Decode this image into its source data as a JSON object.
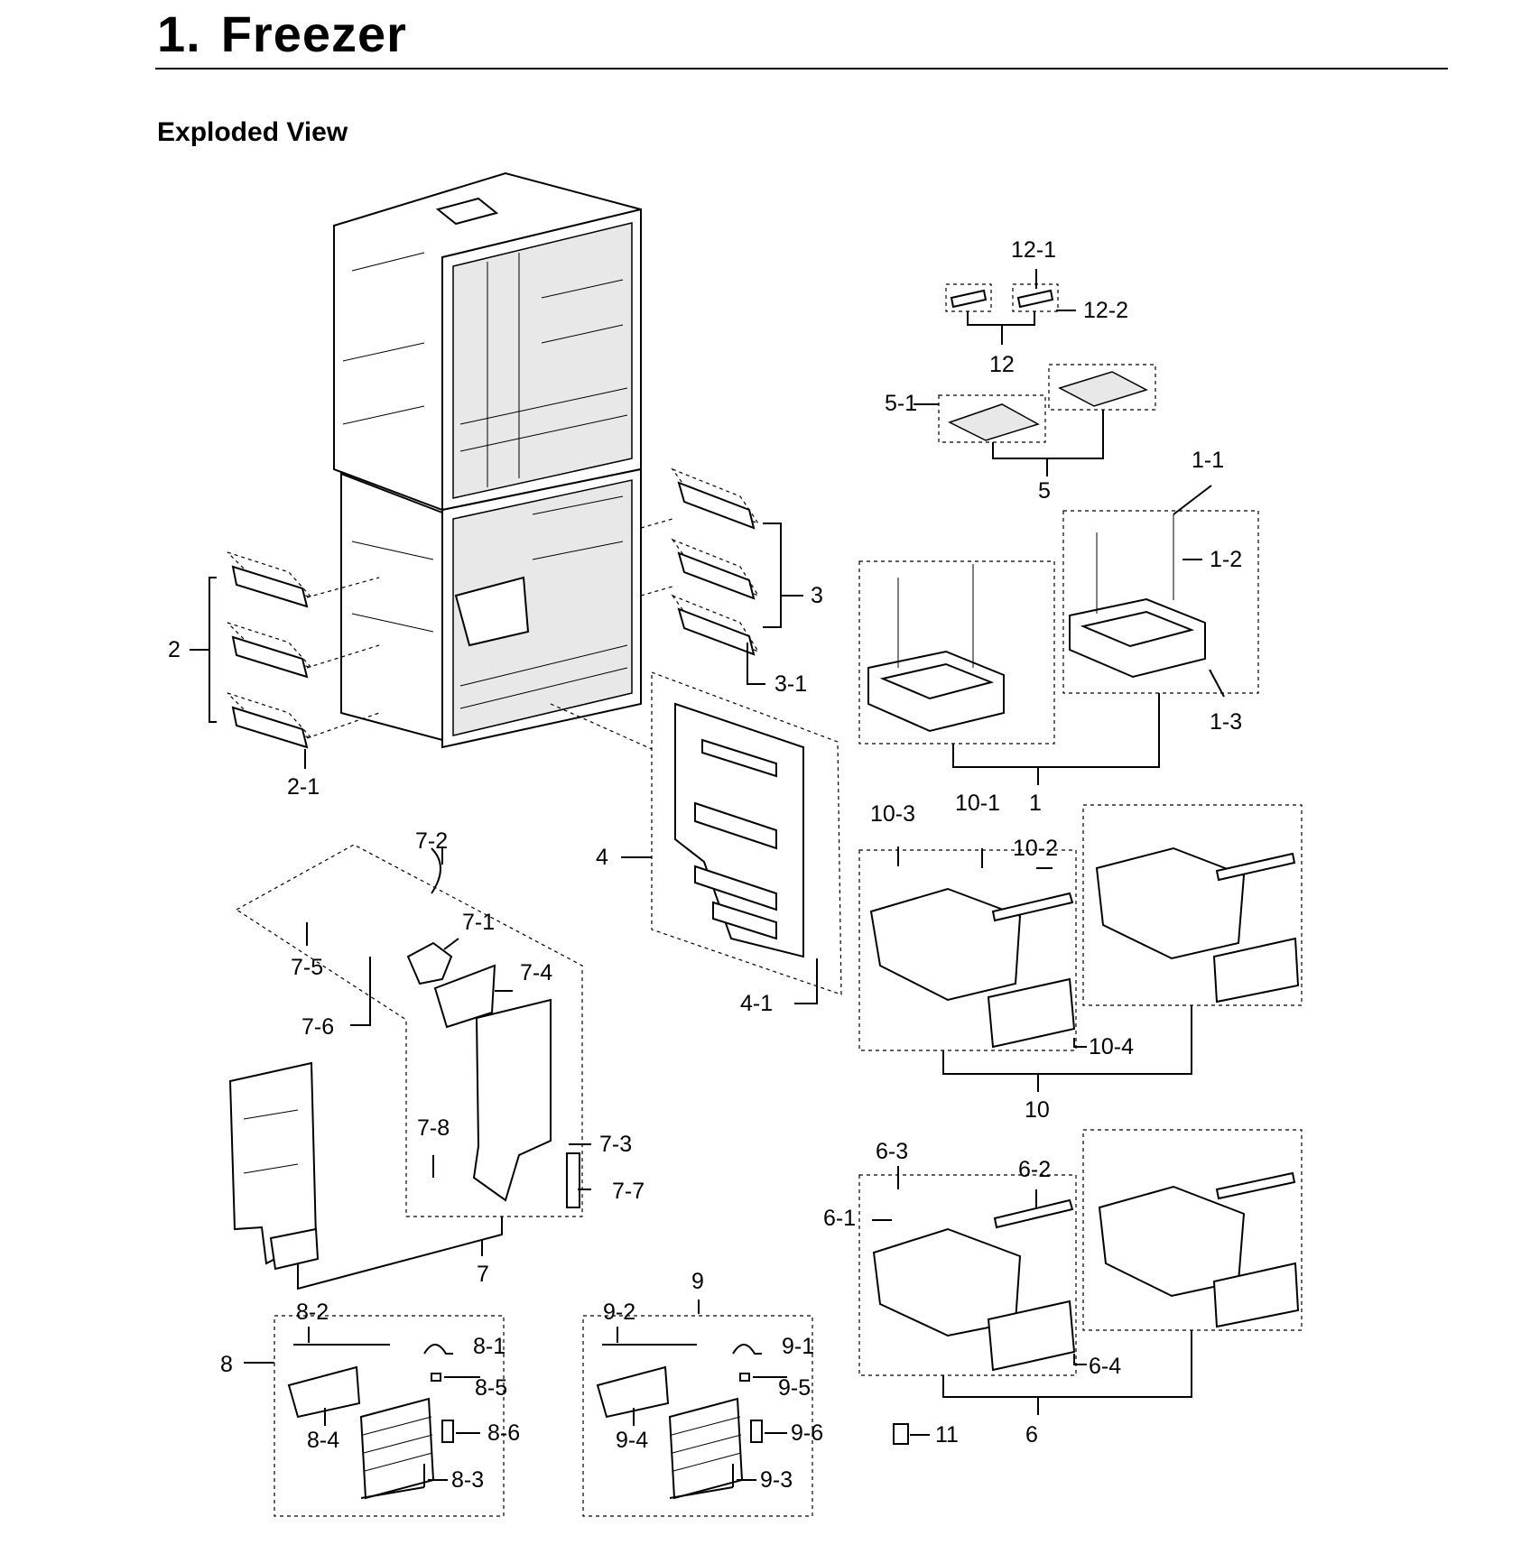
{
  "header": {
    "number": "1.",
    "title": "Freezer",
    "subtitle": "Exploded View"
  },
  "callouts": {
    "c12_1": "12-1",
    "c12_2": "12-2",
    "c12": "12",
    "c5_1": "5-1",
    "c5": "5",
    "c1_1": "1-1",
    "c1_2": "1-2",
    "c1_3": "1-3",
    "c1": "1",
    "c2": "2",
    "c2_1": "2-1",
    "c3": "3",
    "c3_1": "3-1",
    "c4": "4",
    "c4_1": "4-1",
    "c7_1": "7-1",
    "c7_2": "7-2",
    "c7_3": "7-3",
    "c7_4": "7-4",
    "c7_5": "7-5",
    "c7_6": "7-6",
    "c7_7": "7-7",
    "c7_8": "7-8",
    "c7": "7",
    "c10_1": "10-1",
    "c10_2": "10-2",
    "c10_3": "10-3",
    "c10_4": "10-4",
    "c10": "10",
    "c6_1": "6-1",
    "c6_2": "6-2",
    "c6_3": "6-3",
    "c6_4": "6-4",
    "c6": "6",
    "c8": "8",
    "c8_1": "8-1",
    "c8_2": "8-2",
    "c8_3": "8-3",
    "c8_4": "8-4",
    "c8_5": "8-5",
    "c8_6": "8-6",
    "c9": "9",
    "c9_1": "9-1",
    "c9_2": "9-2",
    "c9_3": "9-3",
    "c9_4": "9-4",
    "c9_5": "9-5",
    "c9_6": "9-6",
    "c11": "11"
  }
}
